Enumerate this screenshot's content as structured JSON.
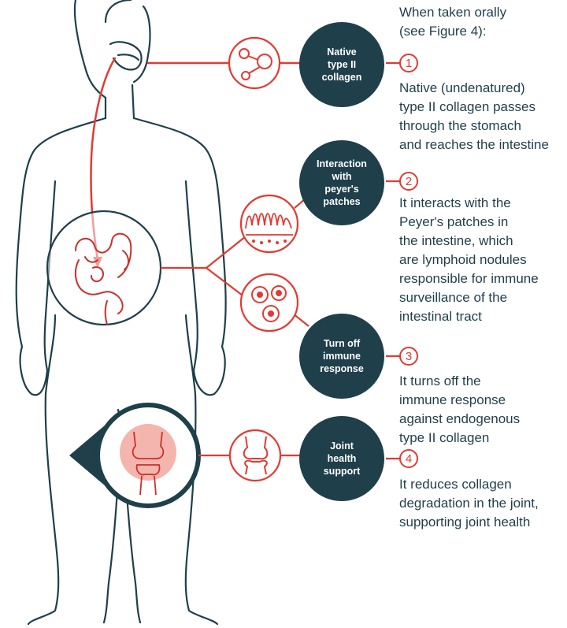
{
  "colors": {
    "dark": "#1f3f4b",
    "accent": "#e23a32",
    "joint_highlight": "#f4b5ae"
  },
  "intro": {
    "line1": "When taken orally",
    "line2": "(see Figure 4):"
  },
  "steps": [
    {
      "number": "1",
      "node": [
        "Native",
        "type II",
        "collagen"
      ],
      "icon": "molecule-icon",
      "desc": [
        "Native (undenatured)",
        "type II collagen passes",
        "through the stomach",
        "and reaches the intestine"
      ]
    },
    {
      "number": "2",
      "node": [
        "Interaction",
        "with",
        "peyer's",
        "patches"
      ],
      "icon": "peyers-patch-icon",
      "desc": [
        "It interacts with the",
        "Peyer's patches in",
        "the intestine, which",
        "are lymphoid nodules",
        "responsible for immune",
        "surveillance of the",
        "intestinal tract"
      ]
    },
    {
      "number": "3",
      "node": [
        "Turn off",
        "immune",
        "response"
      ],
      "icon": "immune-cells-icon",
      "desc": [
        "It turns off the",
        "immune response",
        "against endogenous",
        "type II collagen"
      ]
    },
    {
      "number": "4",
      "node": [
        "Joint",
        "health",
        "support"
      ],
      "icon": "knee-joint-icon",
      "desc": [
        "It reduces collagen",
        "degradation in the joint,",
        "supporting joint health"
      ]
    }
  ]
}
